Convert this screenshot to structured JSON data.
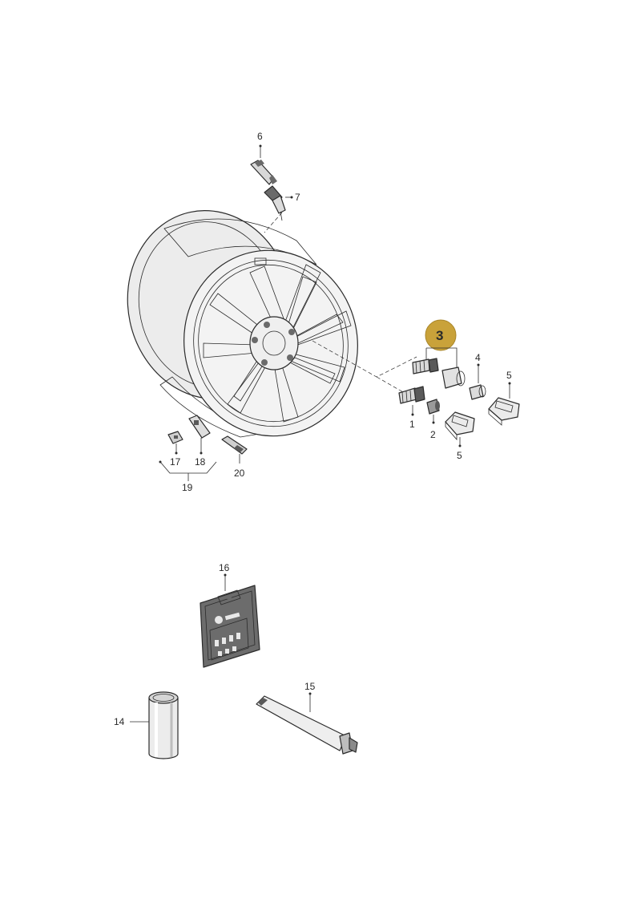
{
  "labels": {
    "p1": "1",
    "p2": "2",
    "p3": "3",
    "p4": "4",
    "p5a": "5",
    "p5b": "5",
    "p6": "6",
    "p7": "7",
    "p14": "14",
    "p15": "15",
    "p16": "16",
    "p17": "17",
    "p18": "18",
    "p19": "19",
    "p20": "20"
  },
  "colors": {
    "highlight_fill": "#c9a23a",
    "line": "#2b2b2b",
    "part_fill": "#f1f1f1",
    "part_shade": "#cfcfcf",
    "part_dark": "#5a5a5a"
  }
}
